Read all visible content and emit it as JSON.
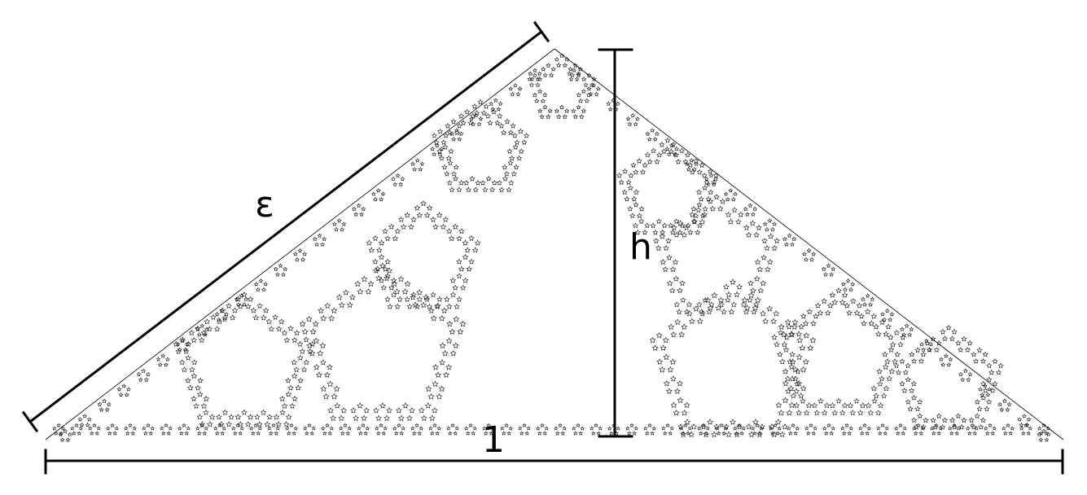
{
  "labels": {
    "hypotenuse": "ε",
    "height": "h",
    "base": "1"
  },
  "colors": {
    "stroke": "#000000",
    "background": "#ffffff"
  }
}
